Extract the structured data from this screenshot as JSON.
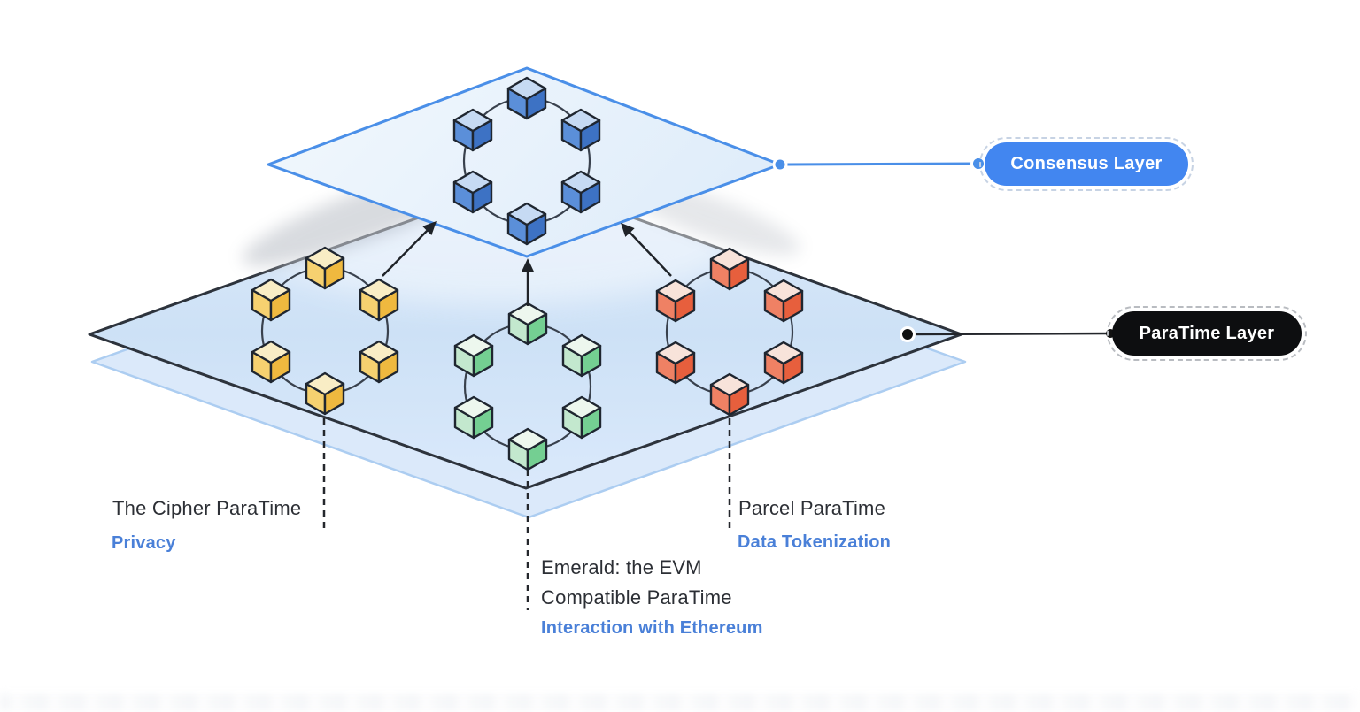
{
  "figure": {
    "consensus_layer": {
      "label": "Consensus Layer"
    },
    "paratime_layer": {
      "label": "ParaTime Layer"
    },
    "paratimes": {
      "cipher": {
        "name": "The Cipher ParaTime",
        "feature": "Privacy"
      },
      "emerald": {
        "name_line1": "Emerald: the EVM",
        "name_line2": "Compatible ParaTime",
        "feature": "Interaction with Ethereum"
      },
      "parcel": {
        "name": "Parcel ParaTime",
        "feature": "Data Tokenization"
      }
    },
    "colors": {
      "consensus_accent": "#4a8fe8",
      "consensus_pill_bg": "#4286f0",
      "paratime_pill_bg": "#0d0e10",
      "paratime_accent": "#23262b",
      "feature_text": "#4a80d8",
      "cube_blue_top": "#c6daf3",
      "cube_blue_left": "#5b8fd9",
      "cube_blue_right": "#3d72c4",
      "cube_yellow_top": "#f9edc5",
      "cube_yellow_left": "#f6d170",
      "cube_yellow_right": "#efb93f",
      "cube_green_top": "#edf7ee",
      "cube_green_left": "#c3e8ce",
      "cube_green_right": "#74cf92",
      "cube_red_top": "#f8e3da",
      "cube_red_left": "#ef8164",
      "cube_red_right": "#e75f3d"
    }
  }
}
